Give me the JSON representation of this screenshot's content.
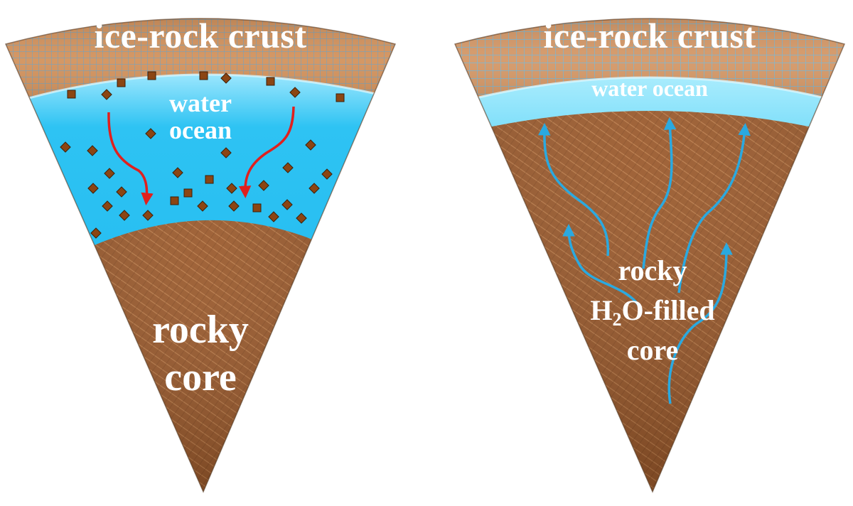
{
  "colors": {
    "crust": "#c98a55",
    "crust_grid_left": "#4aa0d8",
    "crust_grid_right": "#5fb8e6",
    "ocean": "#25bff2",
    "ocean_light": "#8fe2fb",
    "core": "#9a5a2d",
    "core_hatch": "#c98a55",
    "particle": "#8b4513",
    "sink_arrow": "#e0201e",
    "rise_arrow": "#2aa9e0",
    "label": "#ffffff"
  },
  "left_panel": {
    "crust_label": "ice-rock crust",
    "ocean_label_line1": "water",
    "ocean_label_line2": "ocean",
    "core_label_line1": "rocky",
    "core_label_line2": "core"
  },
  "right_panel": {
    "crust_label": "ice-rock crust",
    "ocean_label": "water ocean",
    "core_label_line1": "rocky",
    "core_label_line2_a": "H",
    "core_label_line2_sub": "2",
    "core_label_line2_b": "O-filled",
    "core_label_line3": "core"
  }
}
